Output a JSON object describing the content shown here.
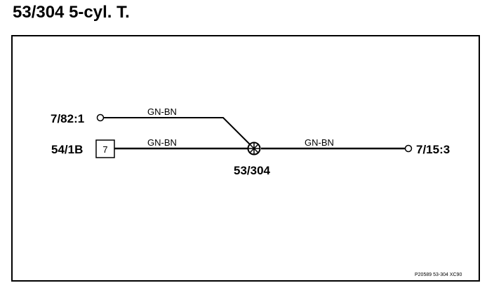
{
  "title": "53/304 5-cyl. T.",
  "diagram": {
    "connectors": {
      "top_left": "7/82:1",
      "bottom_left": "54/1B",
      "bottom_left_pin": "7",
      "right": "7/15:3",
      "splice": "53/304"
    },
    "wires": {
      "top": "GN-BN",
      "bottom_left": "GN-BN",
      "right": "GN-BN"
    },
    "reference_code": "P20589 53-304 XC90"
  }
}
